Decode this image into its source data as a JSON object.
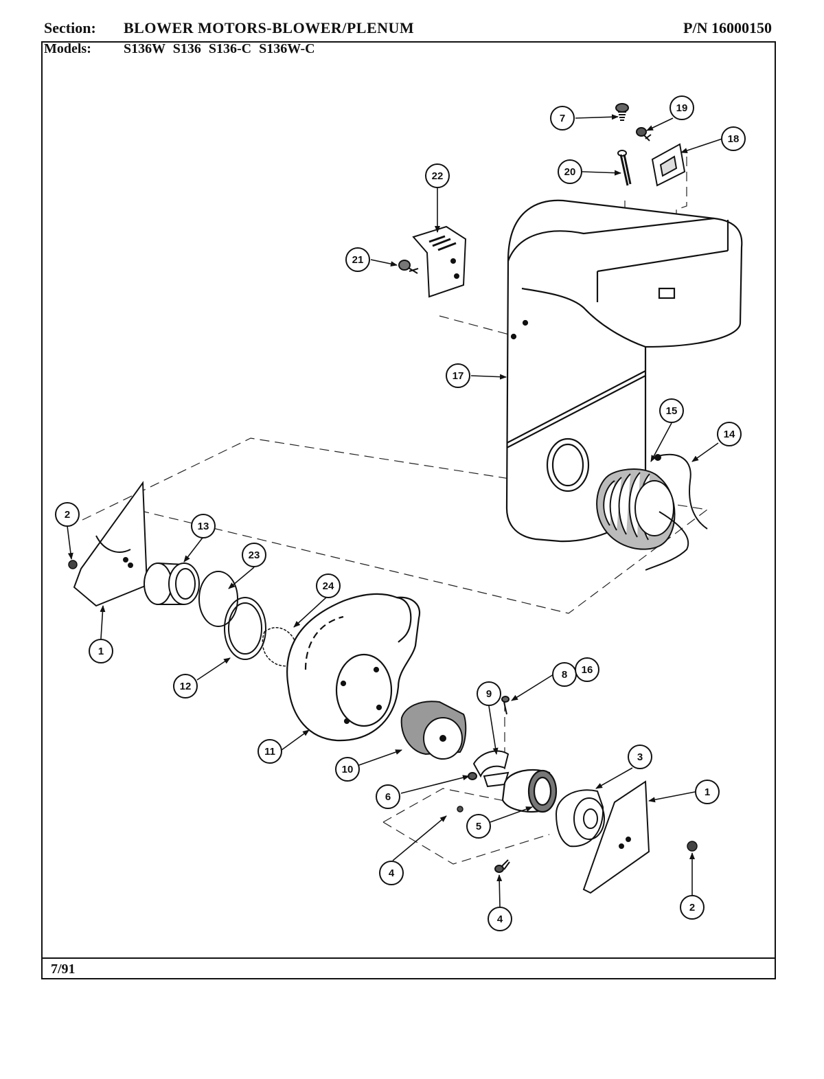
{
  "header": {
    "section_label": "Section:",
    "section_title": "BLOWER MOTORS-BLOWER/PLENUM",
    "part_number": "P/N 16000150",
    "models_label": "Models:",
    "models": "S136W  S136  S136-C  S136W-C"
  },
  "footer": {
    "date": "7/91"
  },
  "callouts": {
    "c1a": "1",
    "c1b": "1",
    "c2a": "2",
    "c2b": "2",
    "c3": "3",
    "c4a": "4",
    "c4b": "4",
    "c5": "5",
    "c6": "6",
    "c7": "7",
    "c8": "8",
    "c9": "9",
    "c10": "10",
    "c11": "11",
    "c12": "12",
    "c13": "13",
    "c14": "14",
    "c15": "15",
    "c16": "16",
    "c17": "17",
    "c18": "18",
    "c19": "19",
    "c20": "20",
    "c21": "21",
    "c22": "22",
    "c23": "23",
    "c24": "24"
  }
}
